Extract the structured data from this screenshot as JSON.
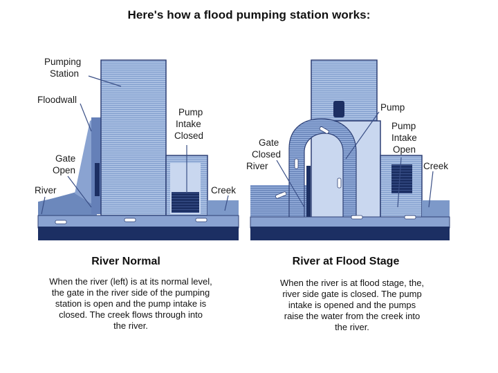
{
  "title": "Here's how a flood pumping station works:",
  "colors": {
    "dark_navy": "#1c2f63",
    "mid_blue": "#6c88bc",
    "light_blue": "#a9bfe2",
    "pale_blue": "#c9d7ef",
    "water_blue": "#7d99c9",
    "outline": "#2d3f74"
  },
  "left_panel": {
    "heading": "River Normal",
    "labels": {
      "pumping_station_line1": "Pumping",
      "pumping_station_line2": "Station",
      "floodwall": "Floodwall",
      "gate_line1": "Gate",
      "gate_line2": "Open",
      "river": "River",
      "pump_intake_line1": "Pump",
      "pump_intake_line2": "Intake",
      "pump_intake_line3": "Closed",
      "creek": "Creek"
    },
    "description": [
      "When the river (left) is at its normal level,",
      "the gate in the river side of the pumping",
      "station is open and the pump intake is",
      "closed.  The creek flows through into",
      "the river."
    ]
  },
  "right_panel": {
    "heading": "River at Flood Stage",
    "labels": {
      "pump": "Pump",
      "pump_intake_line1": "Pump",
      "pump_intake_line2": "Intake",
      "pump_intake_line3": "Open",
      "gate_line1": "Gate",
      "gate_line2": "Closed",
      "river": "River",
      "creek": "Creek"
    },
    "description": [
      "When the river is at flood stage, the,",
      "river side gate is closed.  The pump",
      "intake is opened and the pumps",
      "raise the water from the creek into",
      "the river."
    ]
  }
}
